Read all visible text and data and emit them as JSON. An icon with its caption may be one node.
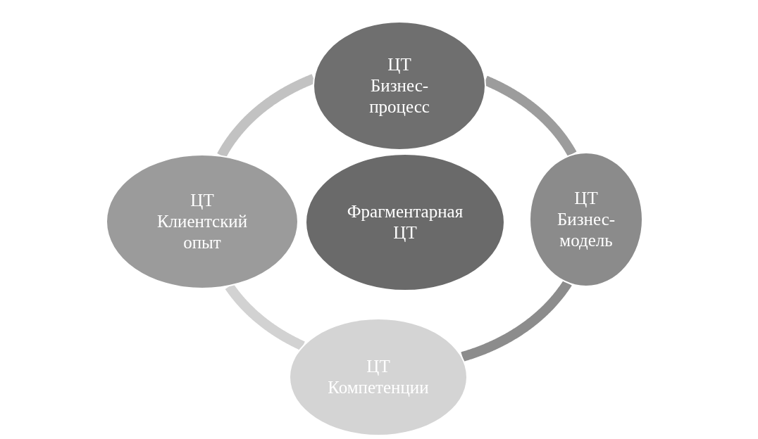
{
  "diagram": {
    "nodes": [
      {
        "text": [
          "ЦТ",
          "Бизнес-процесс"
        ]
      },
      {
        "text": [
          "ЦТ",
          "Клиентский опыт"
        ]
      },
      {
        "text": [
          "Фрагментарная ЦТ"
        ]
      },
      {
        "text": [
          "ЦТ",
          "Бизнес-модель"
        ]
      },
      {
        "text": [
          "ЦТ",
          "Компетенции"
        ]
      }
    ],
    "edges": [
      {
        "from": 0,
        "to": 3,
        "arrow": "none",
        "color": "#9c9c9c"
      },
      {
        "from": 3,
        "to": 4,
        "arrow": "none",
        "color": "#8c8c8c"
      },
      {
        "from": 4,
        "to": 1,
        "arrow": "none",
        "color": "#d2d2d2"
      },
      {
        "from": 1,
        "to": 0,
        "arrow": "none",
        "color": "#c2c2c2"
      }
    ]
  }
}
